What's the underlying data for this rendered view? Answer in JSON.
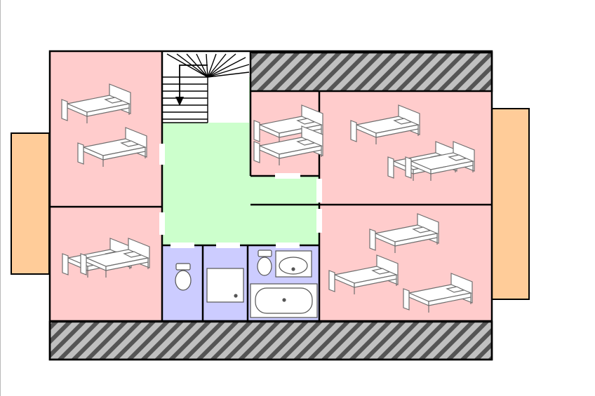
{
  "colors": {
    "bedroom": "#ffcccc",
    "circulation": "#ccffcc",
    "bathroom": "#ccccff",
    "balcony": "#ffcc99",
    "wall": "#000000",
    "door": "#ffffff",
    "furniture_stroke": "#707070",
    "furniture_fill": "#ffffff"
  },
  "rooms": [
    {
      "id": "bedroom-northwest",
      "type": "bedroom",
      "beds": 2
    },
    {
      "id": "bedroom-southwest",
      "type": "bedroom",
      "beds": 2
    },
    {
      "id": "bedroom-small-bunk",
      "type": "bedroom",
      "beds": 2
    },
    {
      "id": "bedroom-northeast",
      "type": "bedroom",
      "beds": 3
    },
    {
      "id": "bedroom-southeast",
      "type": "bedroom",
      "beds": 3
    },
    {
      "id": "hallway",
      "type": "circulation"
    },
    {
      "id": "toilet",
      "type": "bathroom",
      "fixtures": [
        "toilet"
      ]
    },
    {
      "id": "shower-room",
      "type": "bathroom",
      "fixtures": [
        "shower"
      ]
    },
    {
      "id": "bathroom",
      "type": "bathroom",
      "fixtures": [
        "toilet",
        "sink",
        "bathtub"
      ]
    }
  ],
  "balconies": 2,
  "staircase": {
    "direction": "down"
  }
}
